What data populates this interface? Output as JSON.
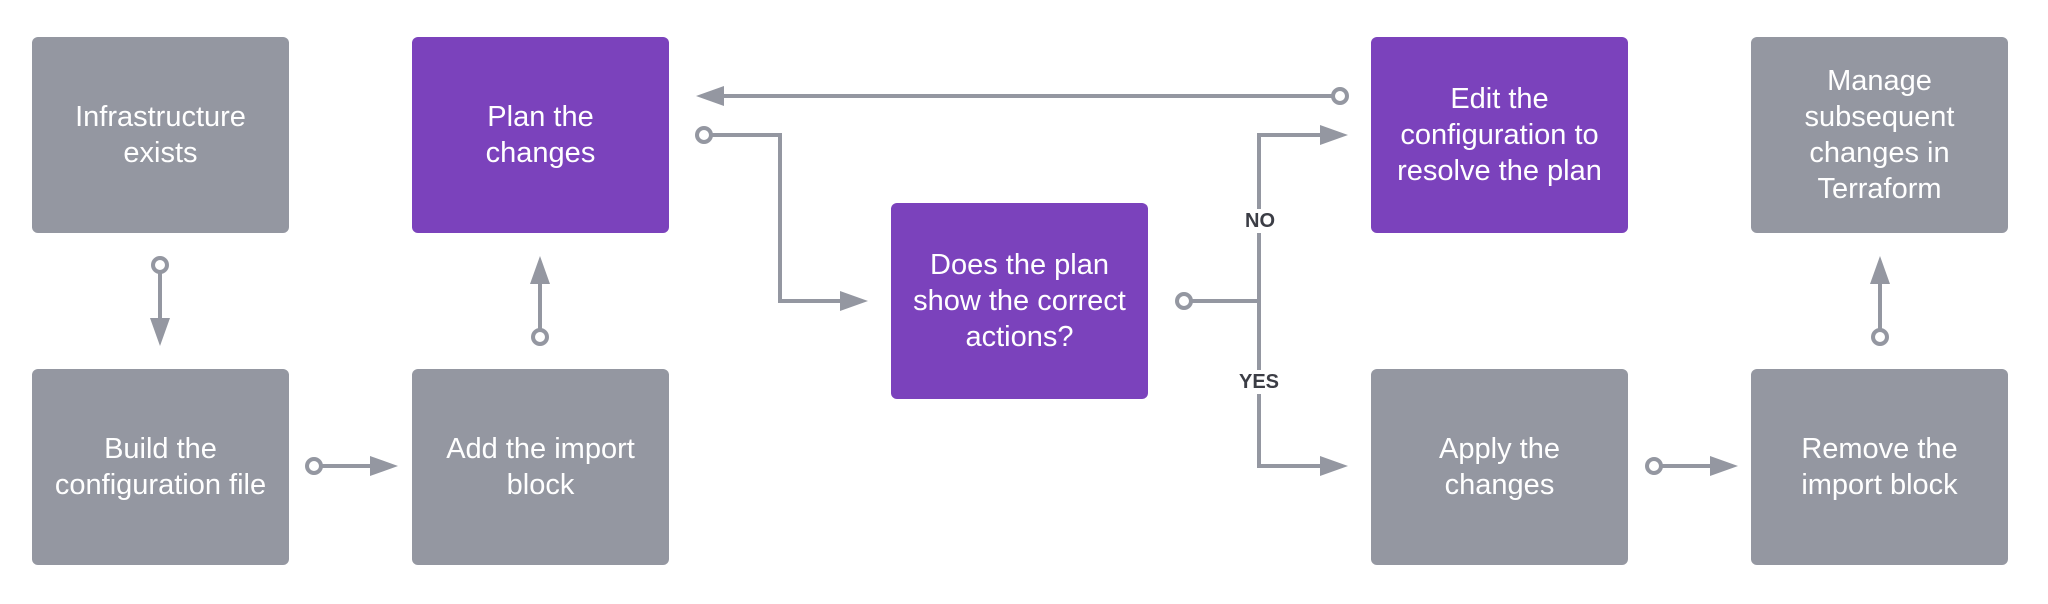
{
  "colors": {
    "gray": "#9497a1",
    "purple": "#7b42bc",
    "connector": "#9497a1",
    "edge_label": "#3b3d45"
  },
  "nodes": [
    {
      "id": "infrastructure-exists",
      "label": "Infrastructure exists",
      "color": "gray"
    },
    {
      "id": "build-configuration",
      "label": "Build the configuration file",
      "color": "gray"
    },
    {
      "id": "add-import-block",
      "label": "Add the import block",
      "color": "gray"
    },
    {
      "id": "plan-changes",
      "label": "Plan the changes",
      "color": "purple"
    },
    {
      "id": "does-plan-show",
      "label": "Does the plan show the correct actions?",
      "color": "purple"
    },
    {
      "id": "edit-configuration",
      "label": "Edit the configuration to resolve the plan",
      "color": "purple"
    },
    {
      "id": "apply-changes",
      "label": "Apply the changes",
      "color": "gray"
    },
    {
      "id": "remove-import-block",
      "label": "Remove the import block",
      "color": "gray"
    },
    {
      "id": "manage-changes",
      "label": "Manage subsequent changes in Terraform",
      "color": "gray"
    }
  ],
  "edges": [
    {
      "from": "infrastructure-exists",
      "to": "build-configuration"
    },
    {
      "from": "build-configuration",
      "to": "add-import-block"
    },
    {
      "from": "add-import-block",
      "to": "plan-changes"
    },
    {
      "from": "plan-changes",
      "to": "does-plan-show"
    },
    {
      "from": "does-plan-show",
      "to": "edit-configuration",
      "label": "NO"
    },
    {
      "from": "does-plan-show",
      "to": "apply-changes",
      "label": "YES"
    },
    {
      "from": "edit-configuration",
      "to": "plan-changes"
    },
    {
      "from": "apply-changes",
      "to": "remove-import-block"
    },
    {
      "from": "remove-import-block",
      "to": "manage-changes"
    }
  ]
}
